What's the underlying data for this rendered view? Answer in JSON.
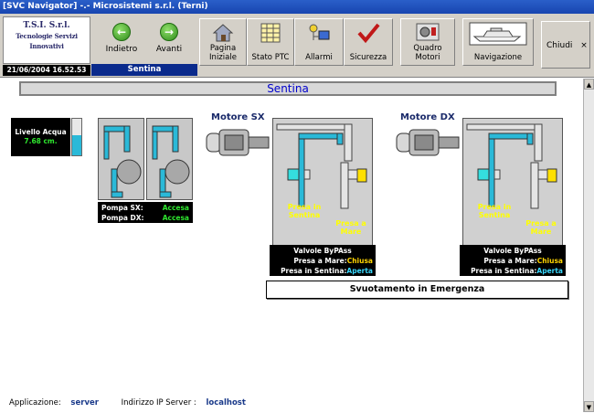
{
  "window": {
    "title": "[SVC Navigator] -.- Microsistemi s.r.l. (Terni)"
  },
  "logo": {
    "line1": "T.S.I. S.r.l.",
    "line2": "Tecnologie Servizi Innovativi"
  },
  "datetime": "21/06/2004 16.52.53",
  "nav": {
    "back_label": "Indietro",
    "forward_label": "Avanti",
    "section": "Sentina"
  },
  "toolbar": {
    "home_label": "Pagina Iniziale",
    "stato_label": "Stato PTC",
    "allarmi_label": "Allarmi",
    "sicurezza_label": "Sicurezza",
    "quadro_label": "Quadro Motori",
    "navigazione_label": "Navigazione",
    "close_label": "Chiudi",
    "close_icon": "×"
  },
  "page": {
    "title": "Sentina"
  },
  "water_level": {
    "label": "Livello Acqua",
    "value": "7.68 cm.",
    "fill_percent": 55
  },
  "pumps": {
    "sx_label": "Pompa SX:",
    "sx_status": "Accesa",
    "dx_label": "Pompa DX:",
    "dx_status": "Accesa"
  },
  "motors": [
    {
      "label": "Motore SX",
      "presa_sentina": "Presa in Sentina",
      "presa_mare": "Presa a Mare",
      "valves_title": "Valvole ByPAss",
      "mare_label": "Presa a Mare:",
      "mare_value": "Chiusa",
      "sentina_label": "Presa in Sentina:",
      "sentina_value": "Aperta"
    },
    {
      "label": "Motore DX",
      "presa_sentina": "Presa in Sentina",
      "presa_mare": "Presa a Mare",
      "valves_title": "Valvole ByPAss",
      "mare_label": "Presa a Mare:",
      "mare_value": "Chiusa",
      "sentina_label": "Presa in Sentina:",
      "sentina_value": "Aperta"
    }
  ],
  "emergency_label": "Svuotamento in Emergenza",
  "footer": {
    "app_label": "Applicazione:",
    "app_value": "server",
    "ip_label": "Indirizzo IP Server :",
    "ip_value": "localhost"
  },
  "colors": {
    "accent": "#0a2a8c",
    "water": "#2ab9d8",
    "status_on": "#2ee62e",
    "valve_yellow": "#ffd400"
  }
}
